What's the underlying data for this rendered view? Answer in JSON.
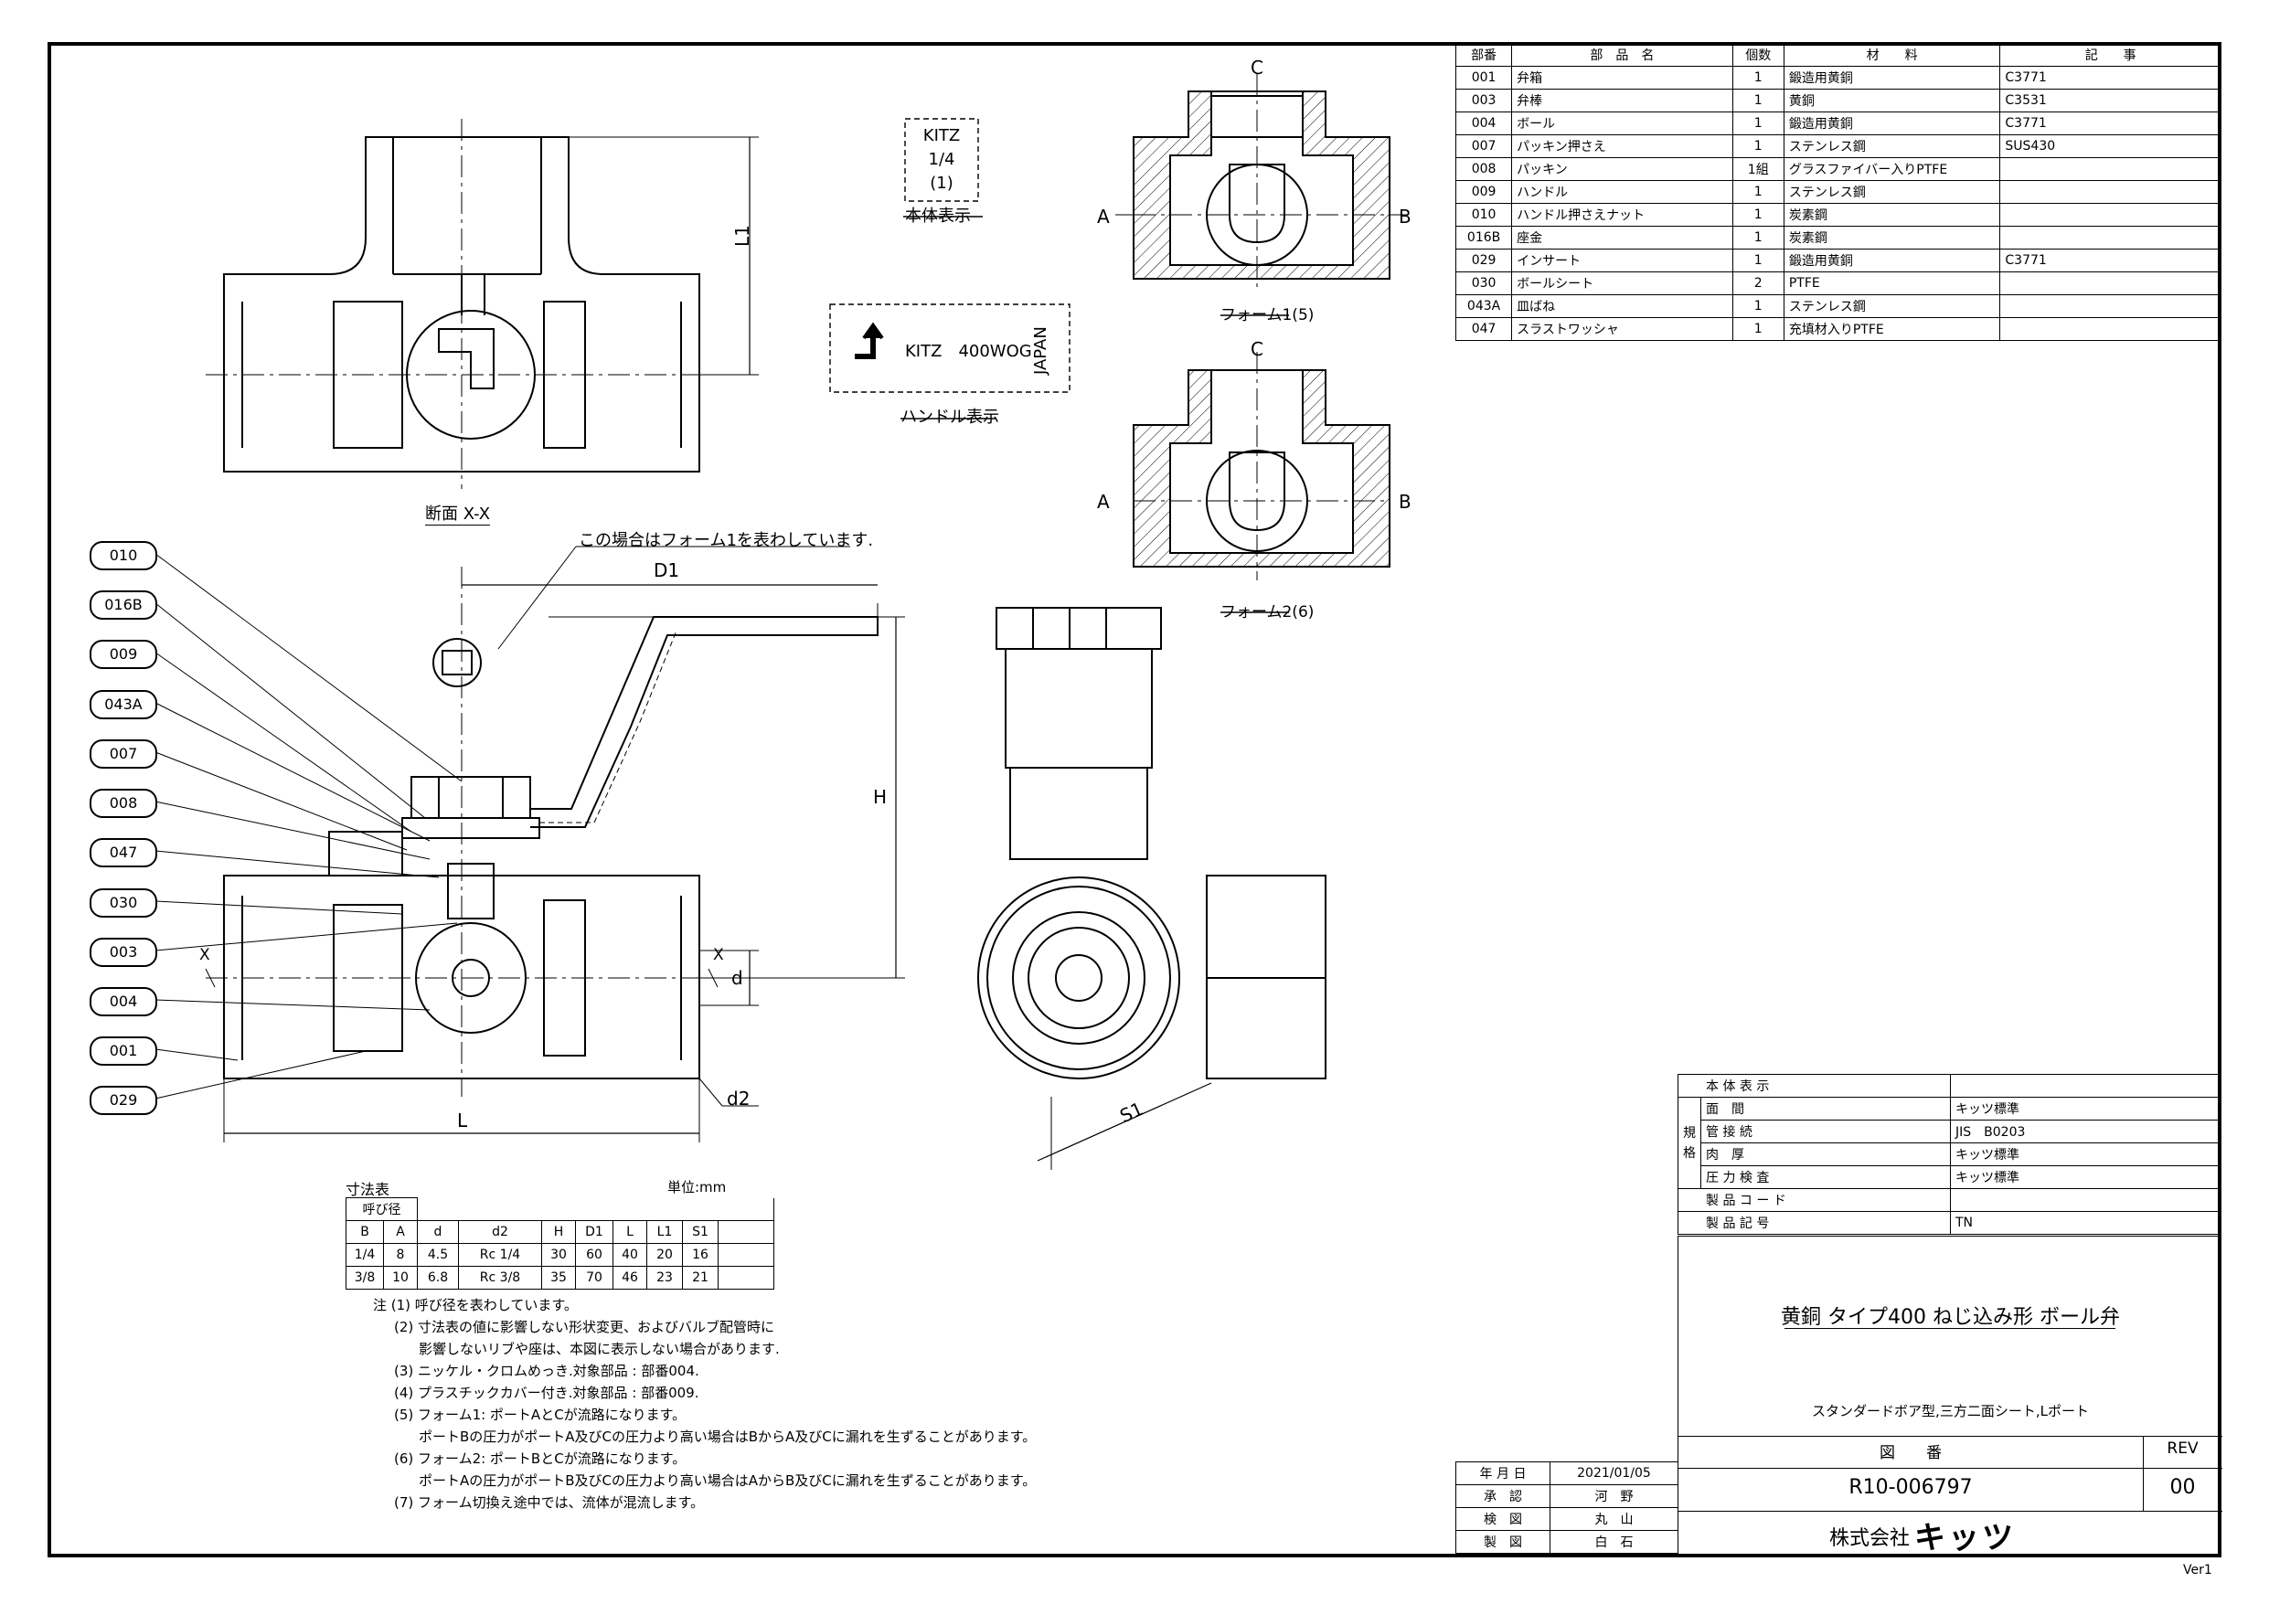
{
  "parts_header": {
    "no": "部番",
    "name": "部　品　名",
    "qty": "個数",
    "material": "材　　料",
    "remark": "記　　事"
  },
  "parts": [
    {
      "no": "001",
      "name": "弁箱",
      "qty": "1",
      "material": "鍛造用黄銅",
      "remark": "C3771"
    },
    {
      "no": "003",
      "name": "弁棒",
      "qty": "1",
      "material": "黄銅",
      "remark": "C3531"
    },
    {
      "no": "004",
      "name": "ボール",
      "qty": "1",
      "material": "鍛造用黄銅",
      "remark": "C3771"
    },
    {
      "no": "007",
      "name": "パッキン押さえ",
      "qty": "1",
      "material": "ステンレス鋼",
      "remark": "SUS430"
    },
    {
      "no": "008",
      "name": "パッキン",
      "qty": "1組",
      "material": "グラスファイバー入りPTFE",
      "remark": ""
    },
    {
      "no": "009",
      "name": "ハンドル",
      "qty": "1",
      "material": "ステンレス鋼",
      "remark": ""
    },
    {
      "no": "010",
      "name": "ハンドル押さえナット",
      "qty": "1",
      "material": "炭素鋼",
      "remark": ""
    },
    {
      "no": "016B",
      "name": "座金",
      "qty": "1",
      "material": "炭素鋼",
      "remark": ""
    },
    {
      "no": "029",
      "name": "インサート",
      "qty": "1",
      "material": "鍛造用黄銅",
      "remark": "C3771"
    },
    {
      "no": "030",
      "name": "ボールシート",
      "qty": "2",
      "material": "PTFE",
      "remark": ""
    },
    {
      "no": "043A",
      "name": "皿ばね",
      "qty": "1",
      "material": "ステンレス鋼",
      "remark": ""
    },
    {
      "no": "047",
      "name": "スラストワッシャ",
      "qty": "1",
      "material": "充填材入りPTFE",
      "remark": ""
    }
  ],
  "body_marking": {
    "line1": "KITZ",
    "line2": "1/4",
    "line3": "(1)",
    "caption": "本体表示"
  },
  "handle_marking": {
    "text": "KITZ　400WOG",
    "side": "JAPAN",
    "caption": "ハンドル表示"
  },
  "section_caption": "断面 X-X",
  "form1_caption": "フォーム1(5)",
  "form2_caption": "フォーム2(6)",
  "port_labels": {
    "a": "A",
    "b": "B",
    "c": "C"
  },
  "callout_note": "この場合はフォーム1を表わしています.",
  "dims": {
    "D1": "D1",
    "H": "H",
    "L": "L",
    "L1": "L1",
    "d": "d",
    "d2": "d2",
    "S1": "S1",
    "X": "X"
  },
  "balloons": [
    "010",
    "016B",
    "009",
    "043A",
    "007",
    "008",
    "047",
    "030",
    "003",
    "004",
    "001",
    "029"
  ],
  "dim_table": {
    "title": "寸法表",
    "unit": "単位:mm",
    "nominal": "呼び径",
    "headers": [
      "B",
      "A",
      "d",
      "d2",
      "H",
      "D1",
      "L",
      "L1",
      "S1"
    ],
    "rows": [
      [
        "1/4",
        "8",
        "4.5",
        "Rc 1/4",
        "30",
        "60",
        "40",
        "20",
        "16"
      ],
      [
        "3/8",
        "10",
        "6.8",
        "Rc 3/8",
        "35",
        "70",
        "46",
        "23",
        "21"
      ]
    ]
  },
  "notes": [
    "注 (1) 呼び径を表わしています。",
    "(2) 寸法表の値に影響しない形状変更、およびバルブ配管時に",
    "影響しないリブや座は、本図に表示しない場合があります.",
    "(3) ニッケル・クロムめっき.対象部品 : 部番004.",
    "(4) プラスチックカバー付き.対象部品 : 部番009.",
    "(5) フォーム1: ポートAとCが流路になります。",
    "ポートBの圧力がポートA及びCの圧力より高い場合はBからA及びCに漏れを生ずることがあります。",
    "(6) フォーム2: ポートBとCが流路になります。",
    "ポートAの圧力がポートB及びCの圧力より高い場合はAからB及びCに漏れを生ずることがあります。",
    "(7) フォーム切換え途中では、流体が混流します。"
  ],
  "spec": {
    "body_marking": "本 体 表 示",
    "kikaku": "規格",
    "rows": [
      {
        "label": "面　間",
        "value": "キッツ標準"
      },
      {
        "label": "管 接 続",
        "value": "JIS　B0203"
      },
      {
        "label": "肉　厚",
        "value": "キッツ標準"
      },
      {
        "label": "圧 力 検 査",
        "value": "キッツ標準"
      }
    ],
    "product_code": "製 品 コ ー ド",
    "product_code_value": "",
    "product_symbol": "製 品 記 号",
    "product_symbol_value": "TN"
  },
  "title": "黄銅 タイプ400 ねじ込み形 ボール弁",
  "subtitle": "スタンダードボア型,三方二面シート,Lポート",
  "drawing_no_label": "図　　番",
  "drawing_no": "R10-006797",
  "rev_label": "REV",
  "rev": "00",
  "approvals": [
    {
      "label": "年 月 日",
      "value": "2021/01/05"
    },
    {
      "label": "承　認",
      "value": "河　野"
    },
    {
      "label": "検　図",
      "value": "丸　山"
    },
    {
      "label": "製　図",
      "value": "白　石"
    }
  ],
  "company": "株式会社",
  "brand": "キッツ",
  "version": "Ver1"
}
